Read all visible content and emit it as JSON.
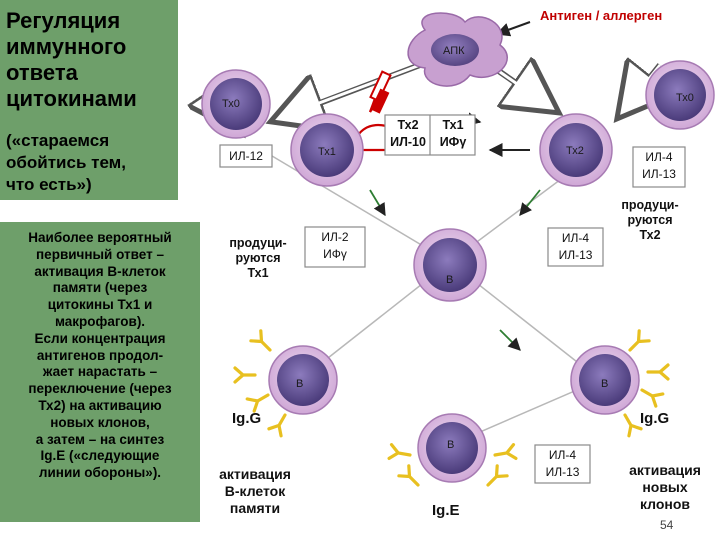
{
  "title": "Регуляция\nиммунного\nответа\nцитокинами",
  "subtitle": "(«стараемся\nобойтись тем,\nчто есть»)",
  "note": "Наиболее вероятный\nпервичный ответ –\nактивация В-клеток\nпамяти (через\nцитокины Тх1 и\nмакрофагов).\nЕсли концентрация\nантигенов продол-\nжает нарастать –\nпереключение (через\nТх2) на активацию\nновых клонов,\nа затем – на синтез\nIg.E («следующие\nлинии обороны»).",
  "antigen_label": "Антиген / аллерген",
  "cells": {
    "apc": "АПК",
    "th0_left": "Тх0",
    "th0_right": "Тх0",
    "th1": "Тх1",
    "th2": "Тх2",
    "b_center": "В",
    "b_left": "В",
    "b_right": "В",
    "b_bottom": "В"
  },
  "boxes": {
    "center_left": "Тх2\nИЛ-10",
    "center_right": "Тх1\nИФγ",
    "il12": "ИЛ-12",
    "il4_il13_top": "ИЛ-4\nИЛ-13",
    "il2_ifg": "ИЛ-2\nИФγ",
    "il4_il13_mid": "ИЛ-4\nИЛ-13",
    "il4_il13_bottom": "ИЛ-4\nИЛ-13"
  },
  "labels": {
    "produced_th1": "продуци-\nруются\nТх1",
    "produced_th2": "продуци-\nруются\nТх2",
    "igg_left": "Ig.G",
    "igg_right": "Ig.G",
    "ige": "Ig.E",
    "memory_activation": "активация\nВ-клеток\nпамяти",
    "new_clones_activation": "активация\nновых\nклонов"
  },
  "slide_number": "54",
  "colors": {
    "panel_green": "#6e9f6a",
    "cell_outer": "#d9b4dc",
    "cell_inner": "#5a4a8a",
    "apc_fill": "#c8a0d0",
    "inhibit_red": "#cc0000",
    "antibody_yellow": "#e8c020",
    "antigen_red": "#b00000"
  }
}
